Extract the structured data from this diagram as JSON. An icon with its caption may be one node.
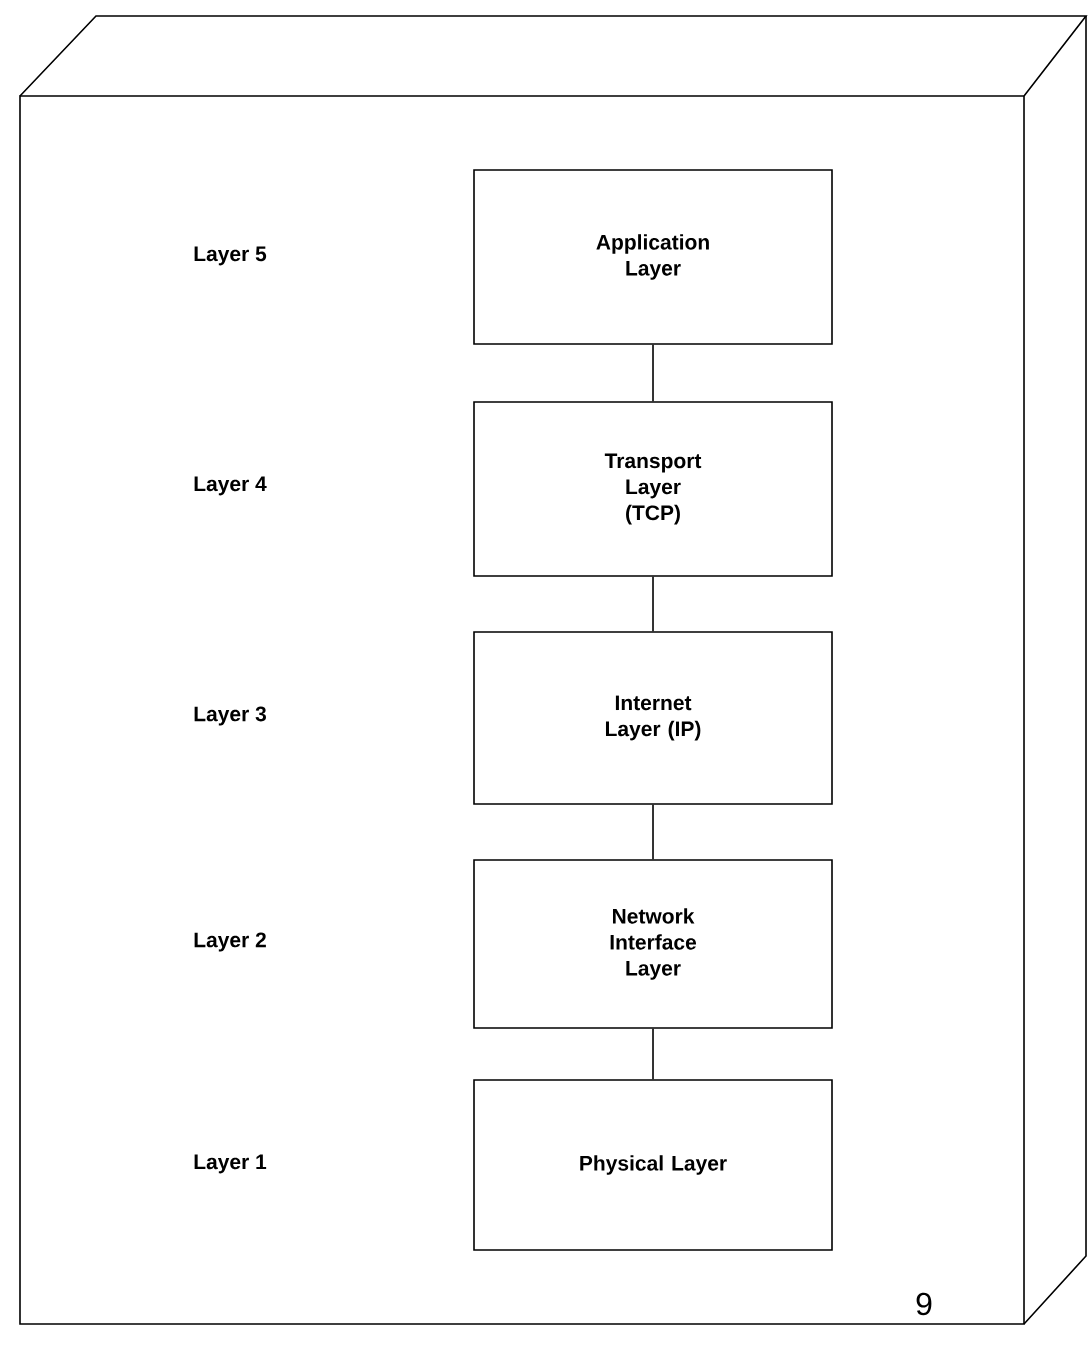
{
  "diagram": {
    "nodes": [
      {
        "text": [
          "Application Layer"
        ]
      },
      {
        "text": [
          "Transport Layer (TCP)"
        ]
      },
      {
        "text": [
          "Internet Layer (IP)"
        ]
      },
      {
        "text": [
          "Network Interface Layer"
        ]
      },
      {
        "text": [
          "Physical Layer"
        ]
      }
    ],
    "edges": [
      {
        "from": 0,
        "to": 1,
        "arrow": "none"
      },
      {
        "from": 1,
        "to": 2,
        "arrow": "none"
      },
      {
        "from": 2,
        "to": 3,
        "arrow": "none"
      },
      {
        "from": 3,
        "to": 4,
        "arrow": "none"
      }
    ],
    "labels": [
      "Layer 5",
      "Layer 4",
      "Layer 3",
      "Layer 2",
      "Layer 1",
      "9"
    ]
  }
}
